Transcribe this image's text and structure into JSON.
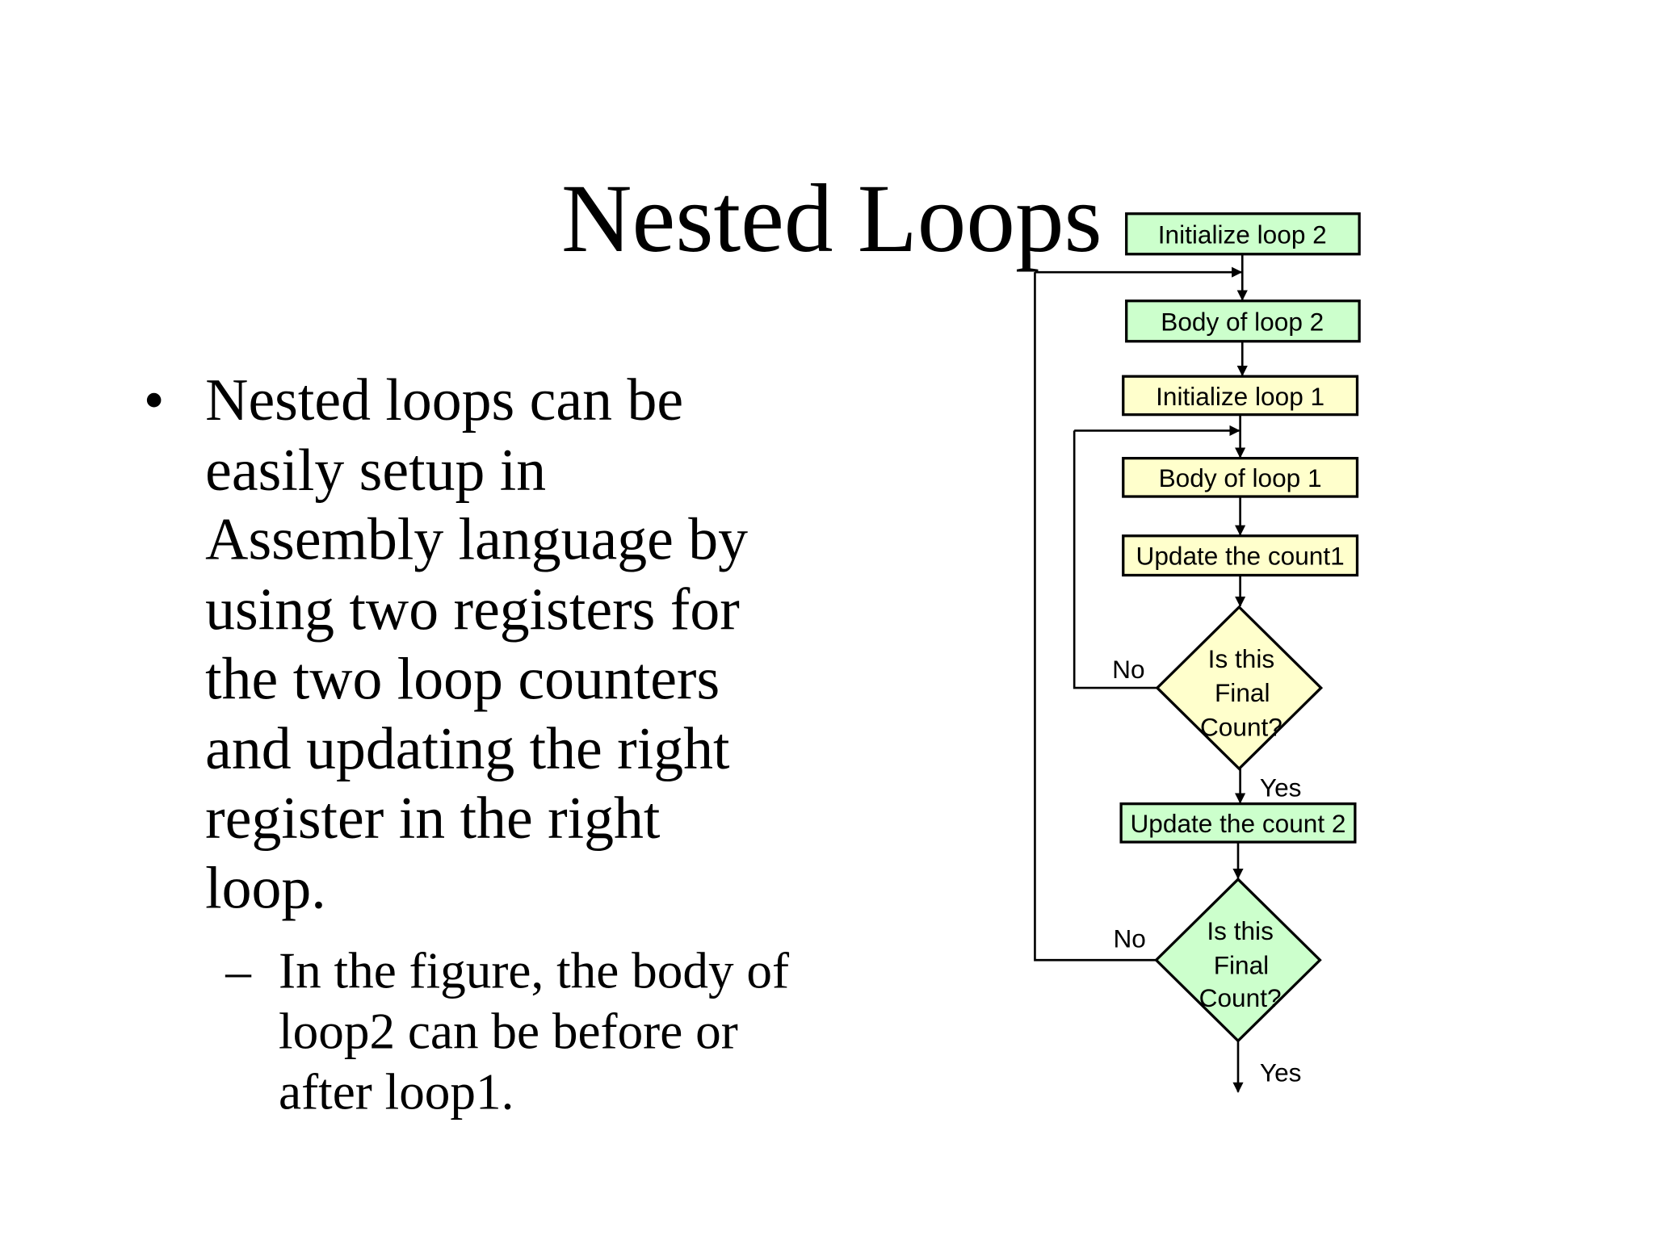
{
  "slide": {
    "title": "Nested Loops",
    "bullet": {
      "marker": "•",
      "lines": [
        "Nested loops can be",
        "easily setup in",
        "Assembly language by",
        "using two registers for",
        "the two loop counters",
        "and updating the right",
        "register in the right",
        "loop."
      ]
    },
    "sub_bullet": {
      "marker": "–",
      "lines": [
        "In the figure, the body of",
        "loop2 can be before or",
        "after loop1."
      ]
    }
  },
  "flowchart": {
    "colors": {
      "outer_loop": "#ccffcc",
      "inner_loop": "#ffffcc",
      "stroke": "#000000"
    },
    "boxes": [
      {
        "label": "Initialize loop 2"
      },
      {
        "label": "Body of loop 2"
      },
      {
        "label": "Initialize loop 1"
      },
      {
        "label": "Body of loop 1"
      },
      {
        "label": "Update the count1"
      },
      {
        "label": "Update the count 2"
      }
    ],
    "decisions": [
      {
        "lines": [
          "Is this",
          "Final",
          "Count?"
        ],
        "no_label": "No",
        "yes_label": "Yes"
      },
      {
        "lines": [
          "Is this",
          "Final",
          "Count?"
        ],
        "no_label": "No",
        "yes_label": "Yes"
      }
    ]
  }
}
